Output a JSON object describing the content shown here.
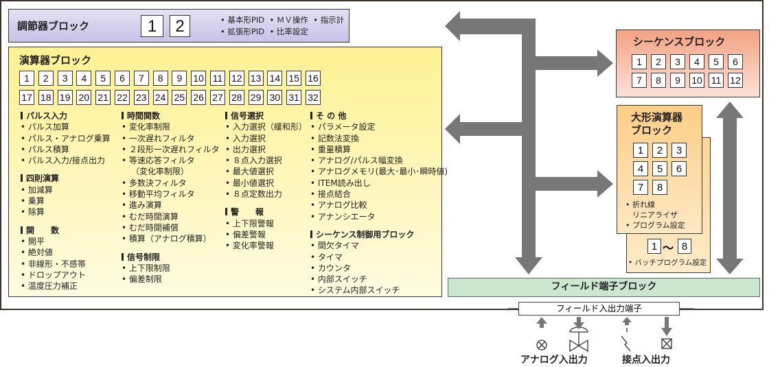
{
  "controller_block": {
    "title": "調節器ブロック",
    "numbers": [
      "1",
      "2"
    ],
    "features_row1": [
      "基本形PID",
      "ＭＶ操作",
      "指示計"
    ],
    "features_row2": [
      "拡張形PID",
      "比率設定"
    ]
  },
  "arithmetic_block": {
    "title": "演算器ブロック",
    "numbers": [
      "1",
      "2",
      "3",
      "4",
      "5",
      "6",
      "7",
      "8",
      "9",
      "10",
      "11",
      "12",
      "13",
      "14",
      "15",
      "16",
      "17",
      "18",
      "19",
      "20",
      "21",
      "22",
      "23",
      "24",
      "25",
      "26",
      "27",
      "28",
      "29",
      "30",
      "31",
      "32"
    ],
    "columns": [
      [
        {
          "heading": "パルス入力",
          "items": [
            "パルス加算",
            "パルス・アナログ乗算",
            "パルス積算",
            "パルス入力/接点出力"
          ]
        },
        {
          "heading": "四則演算",
          "items": [
            "加減算",
            "乗算",
            "除算"
          ]
        },
        {
          "heading": "関　　数",
          "items": [
            "開平",
            "絶対値",
            "非線形・不感帯",
            "ドロップアウト",
            "温度圧力補正"
          ]
        }
      ],
      [
        {
          "heading": "時間関数",
          "items": [
            "変化率制限",
            "一次遅れフィルタ",
            "２段形一次遅れフィルタ",
            "等速応答フィルタ",
            "（変化率制限）",
            "多数決フィルタ",
            "移動平均フィルタ",
            "進み演算",
            "むだ時間演算",
            "むだ時間補償",
            "積算（アナログ積算）"
          ]
        },
        {
          "heading": "信号制限",
          "items": [
            "上下限制限",
            "偏差制限"
          ]
        }
      ],
      [
        {
          "heading": "信号選択",
          "items": [
            "入力選択（緩和形）",
            "入力選択",
            "出力選択",
            "８点入力選択",
            "最大値選択",
            "最小値選択",
            "８点定数出力"
          ]
        },
        {
          "heading": "警　　報",
          "items": [
            "上下限警報",
            "偏差警報",
            "変化率警報"
          ]
        }
      ],
      [
        {
          "heading": "そ の 他",
          "items": [
            "パラメータ設定",
            "記数法変換",
            "重量積算",
            "アナログ/パルス幅変換",
            "アナログメモリ(最大･最小･瞬時値)",
            "ITEM読み出し",
            "接点結合",
            "アナログ比較",
            "アナンシエータ"
          ]
        },
        {
          "heading": "シーケンス制御用ブロック",
          "items": [
            "間欠タイマ",
            "タイマ",
            "カウンタ",
            "内部スイッチ",
            "システム内部スイッチ"
          ]
        }
      ]
    ]
  },
  "sequence_block": {
    "title": "シーケンスブロック",
    "numbers": [
      "1",
      "2",
      "3",
      "4",
      "5",
      "6",
      "7",
      "8",
      "9",
      "10",
      "11",
      "12"
    ]
  },
  "large_arithmetic_block": {
    "title_line1": "大形演算器",
    "title_line2": "ブロック",
    "numbers": [
      "1",
      "2",
      "3",
      "4",
      "5",
      "6",
      "7",
      "8"
    ],
    "item1_line1": "折れ線",
    "item1_line2": "リニアライザ",
    "item2": "プログラム設定",
    "range_from": "1",
    "range_sep": "〜",
    "range_to": "8",
    "batch_item": "バッチプログラム設定"
  },
  "field_block": {
    "title": "フィールド端子ブロック"
  },
  "field_io": {
    "terminal_label": "フィールド入出力端子",
    "analog_label": "アナログ入出力",
    "contact_label": "接点入出力"
  },
  "colors": {
    "arrow": "#777777",
    "controller": "#cfcaea",
    "arithmetic": "#fdf39a",
    "sequence": "#f4a88a",
    "large": "#fcd08a",
    "field": "#cbe7d0"
  }
}
